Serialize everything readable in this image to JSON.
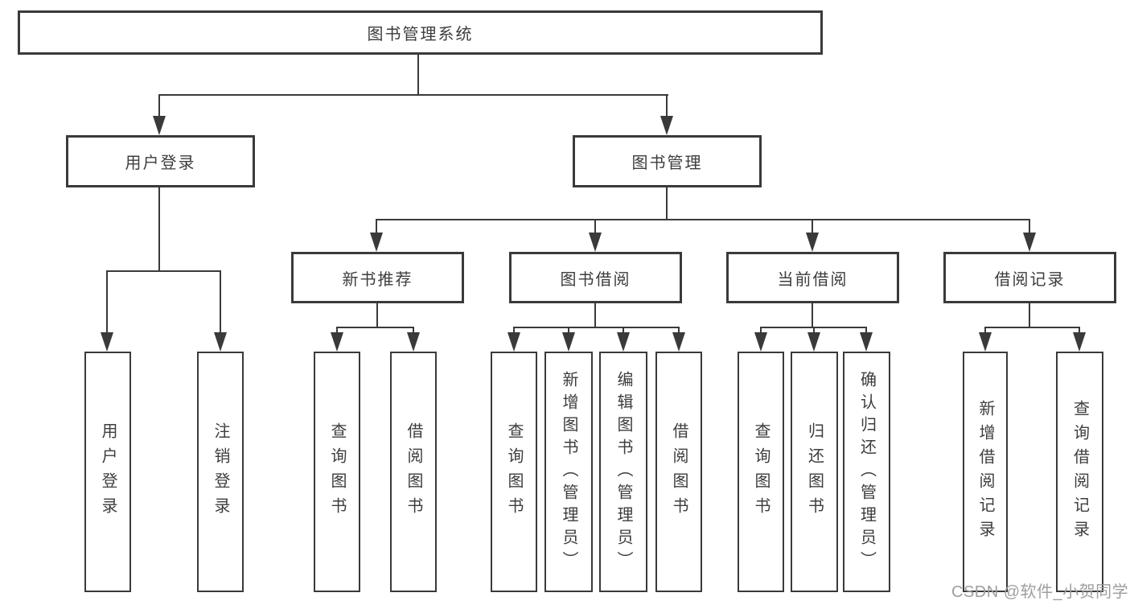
{
  "nodes": {
    "root": "图书管理系统",
    "user_login": "用户登录",
    "book_mgmt": "图书管理",
    "new_books": "新书推荐",
    "book_borrow": "图书借阅",
    "current_borrow": "当前借阅",
    "borrow_records": "借阅记录",
    "leaves": {
      "user_login": [
        "用户登录",
        "注销登录"
      ],
      "new_books": [
        "查询图书",
        "借阅图书"
      ],
      "book_borrow": [
        "查询图书",
        "新增图书（管理员）",
        "编辑图书（管理员）",
        "借阅图书"
      ],
      "current_borrow": [
        "查询图书",
        "归还图书",
        "确认归还（管理员）"
      ],
      "borrow_records": [
        "新增借阅记录",
        "查询借阅记录"
      ]
    }
  },
  "watermark": "CSDN @软件_小贺同学",
  "colors": {
    "line": "#3a3a3a",
    "text": "#3d3d3d",
    "watermark": "#9e9e9e",
    "background": "#ffffff"
  }
}
